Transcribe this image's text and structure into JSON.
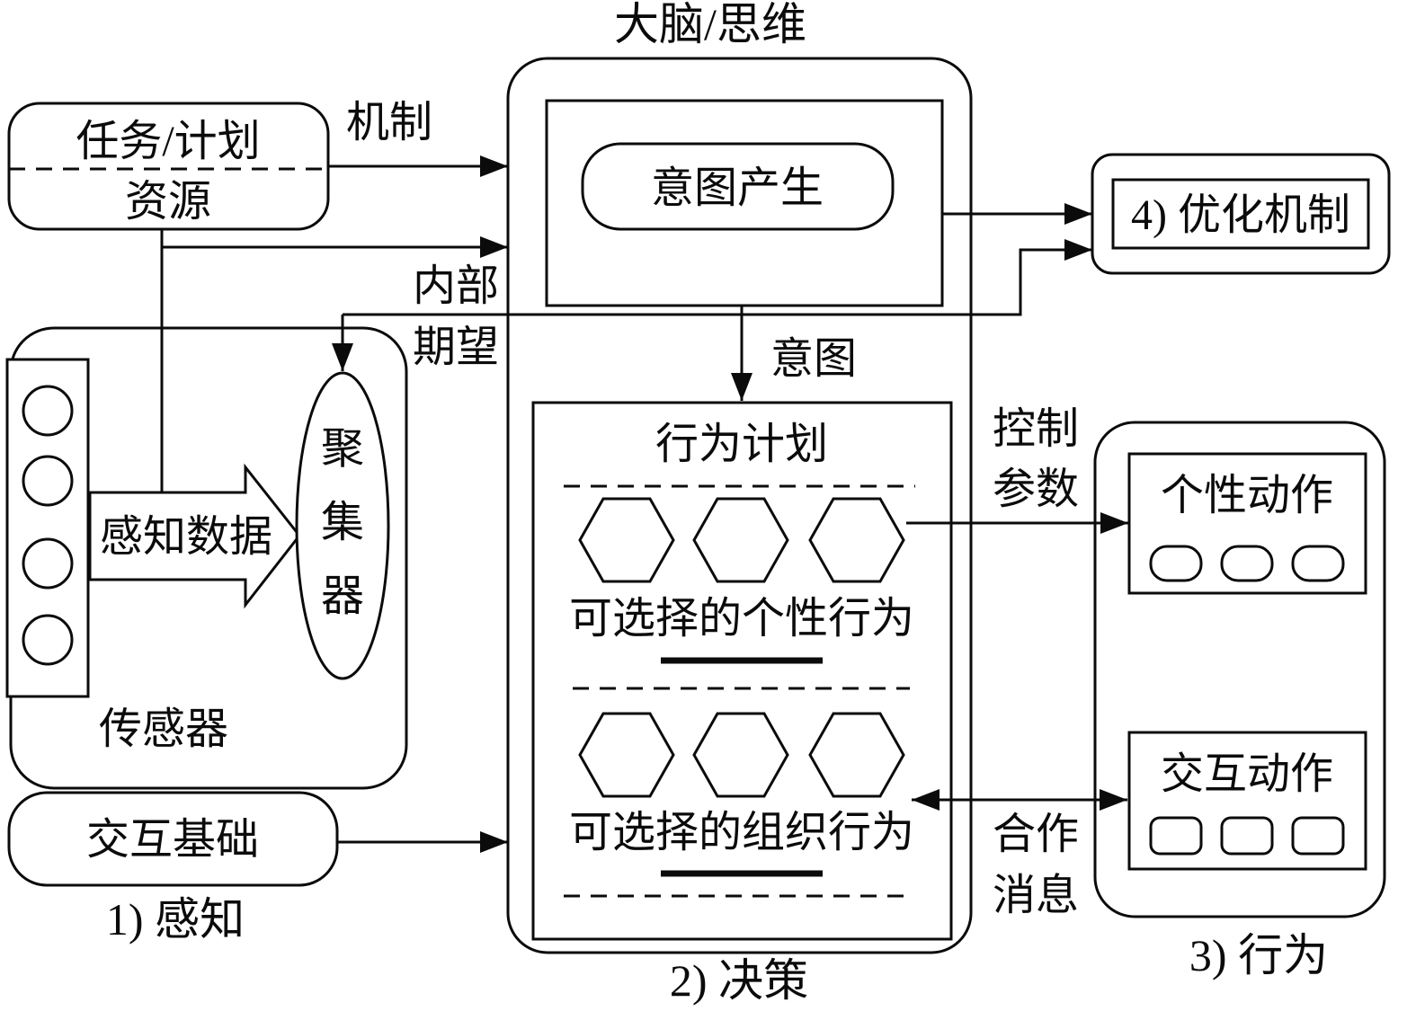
{
  "labels": {
    "brain_title": "大脑/思维",
    "task_line1": "任务/计划",
    "task_line2": "资源",
    "mechanism": "机制",
    "intent_generation": "意图产生",
    "optimization": "4) 优化机制",
    "internal_expectation_1": "内部",
    "internal_expectation_2": "期望",
    "intention": "意图",
    "behavior_plan": "行为计划",
    "selectable_individual": "可选择的个性行为",
    "selectable_org": "可选择的组织行为",
    "control_params_1": "控制",
    "control_params_2": "参数",
    "cooperation_1": "合作",
    "cooperation_2": "消息",
    "perception_data": "感知数据",
    "sensor": "传感器",
    "aggregator_1": "聚",
    "aggregator_2": "集",
    "aggregator_3": "器",
    "interaction_basis": "交互基础",
    "individual_action": "个性动作",
    "interactive_action": "交互动作",
    "caption_1": "1) 感知",
    "caption_2": "2) 决策",
    "caption_3": "3) 行为"
  },
  "colors": {
    "stroke": "#0b0b0b",
    "background": "#ffffff"
  }
}
